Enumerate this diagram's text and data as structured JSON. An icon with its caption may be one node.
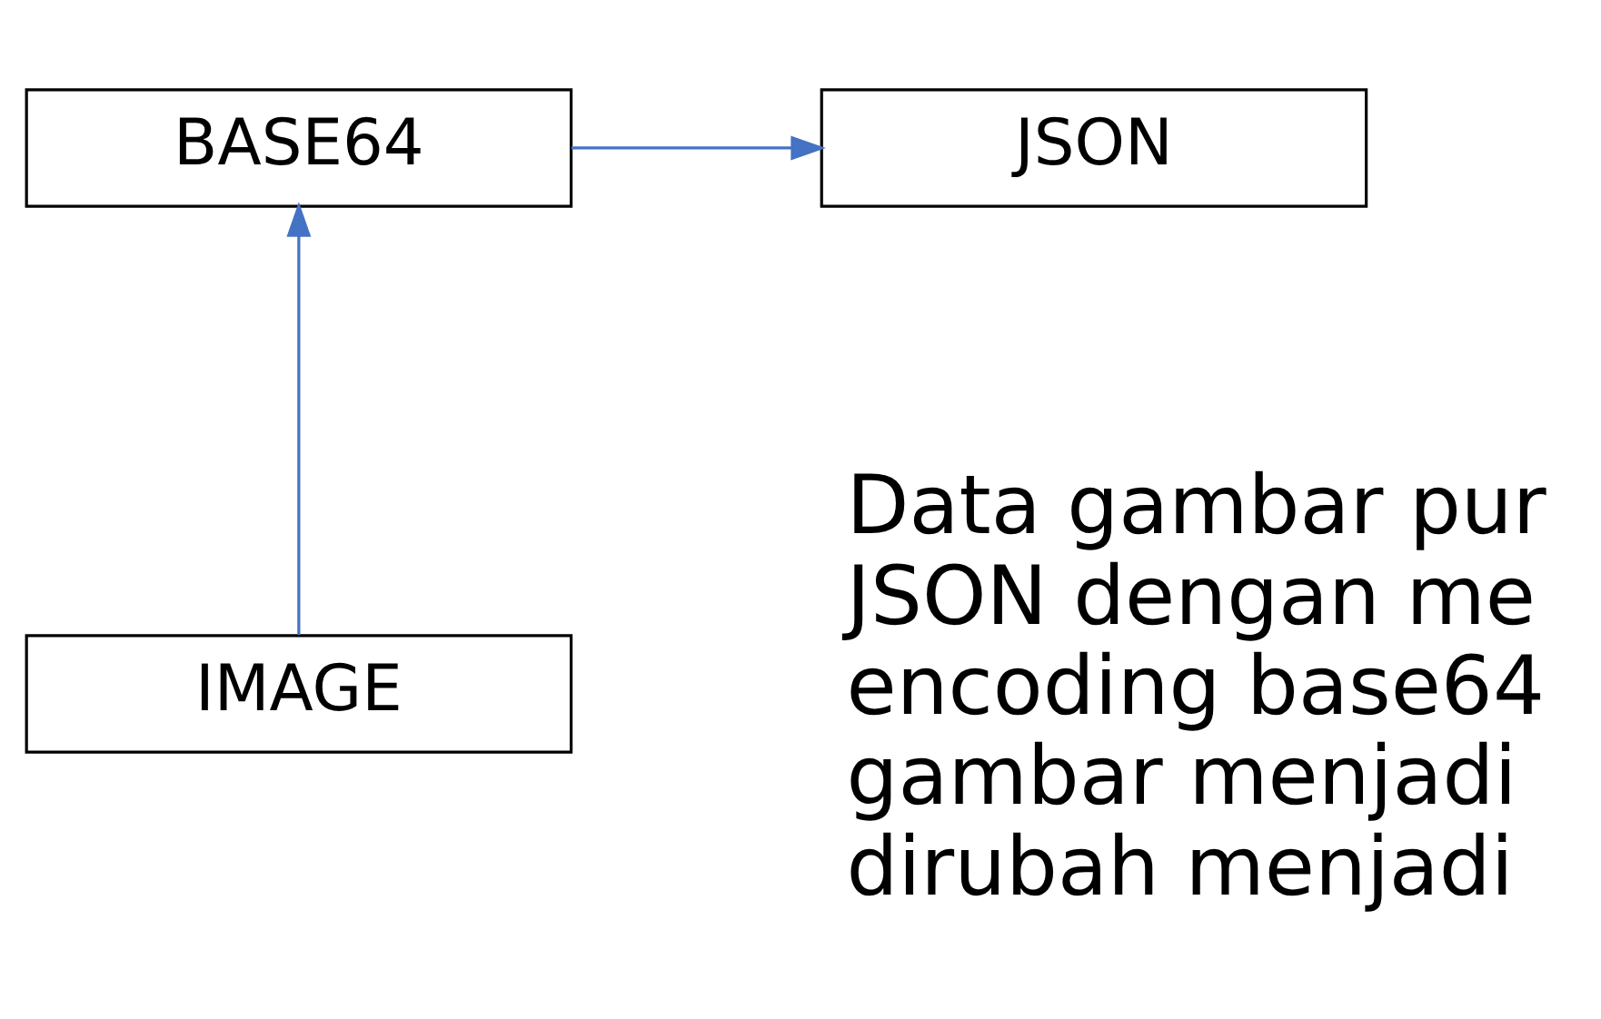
{
  "diagram": {
    "nodes": [
      {
        "text": [
          "BASE64"
        ]
      },
      {
        "text": [
          "JSON"
        ]
      },
      {
        "text": [
          "IMAGE"
        ]
      }
    ],
    "edges": [
      {
        "from": 0,
        "to": 1,
        "arrow": "to"
      },
      {
        "from": 2,
        "to": 0,
        "arrow": "to"
      }
    ],
    "labels": [
      "Data gambar pur JSON dengan me encoding base64 gambar menjadi dirubah menjadi"
    ]
  }
}
